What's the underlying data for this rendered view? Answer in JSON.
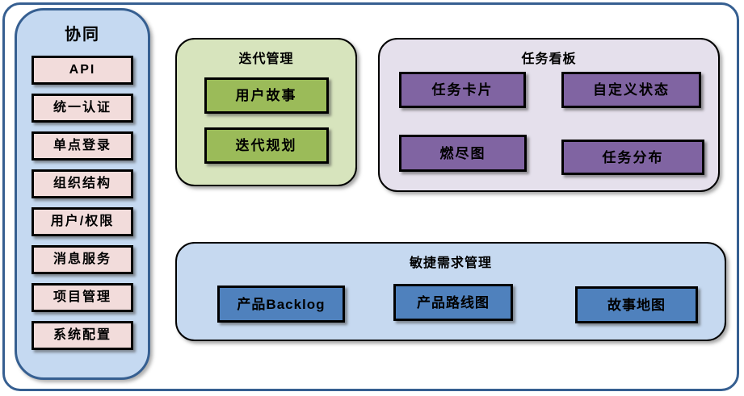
{
  "sidebar": {
    "title": "协同",
    "items": [
      "API",
      "统一认证",
      "单点登录",
      "组织结构",
      "用户/权限",
      "消息服务",
      "项目管理",
      "系统配置"
    ]
  },
  "iteration_panel": {
    "title": "迭代管理",
    "items": [
      "用户故事",
      "迭代规划"
    ]
  },
  "taskboard_panel": {
    "title": "任务看板",
    "items": [
      "任务卡片",
      "自定义状态",
      "燃尽图",
      "任务分布"
    ]
  },
  "agile_panel": {
    "title": "敏捷需求管理",
    "items": [
      "产品Backlog",
      "产品路线图",
      "故事地图"
    ]
  },
  "colors": {
    "frame_border": "#365f91",
    "sidebar_bg": "#c5d9f1",
    "sidebar_item_bg": "#f2dcdb",
    "iteration_panel_bg": "#d7e4bd",
    "iteration_item_bg": "#9bbb59",
    "taskboard_panel_bg": "#e5e0ec",
    "taskboard_item_bg": "#8064a2",
    "agile_panel_bg": "#c6d9f0",
    "agile_item_bg": "#4f81bd",
    "box_border": "#000000",
    "text": "#000000"
  }
}
